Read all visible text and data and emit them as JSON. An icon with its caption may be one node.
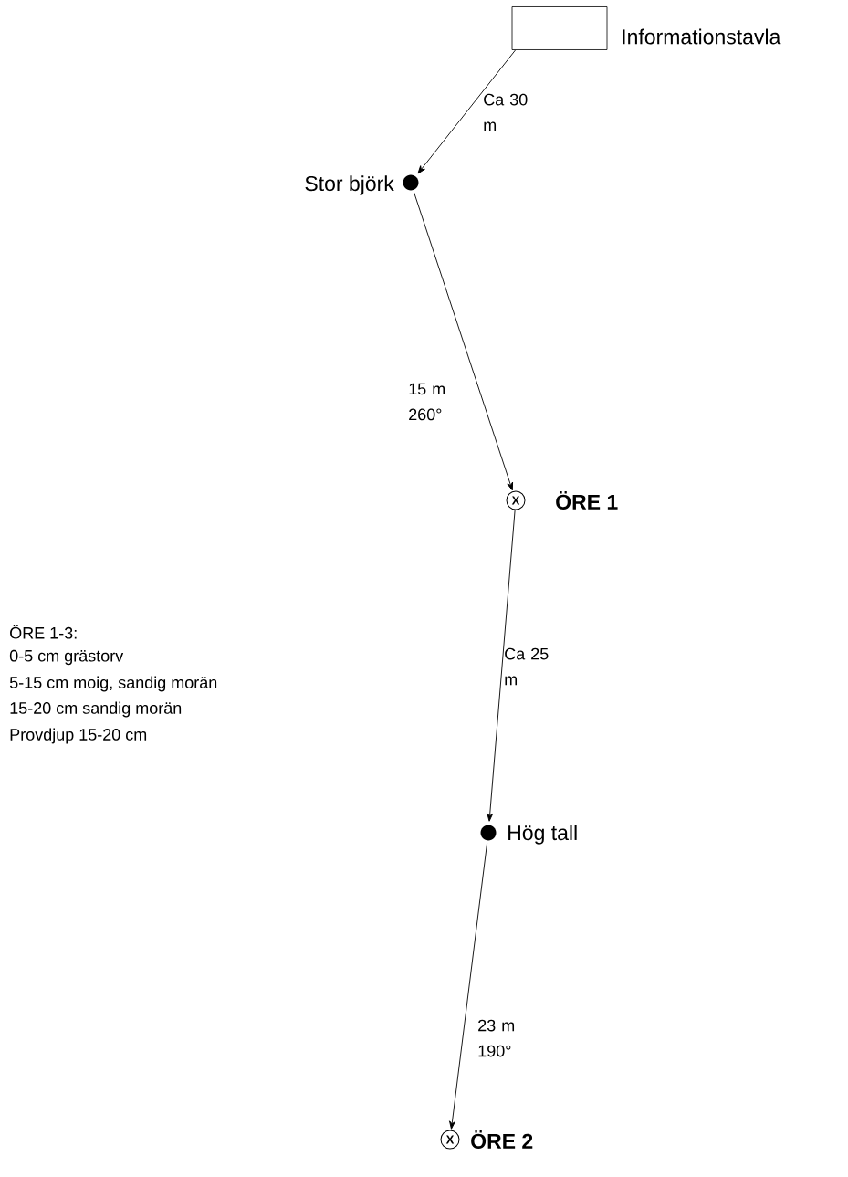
{
  "diagram": {
    "nodes": [
      {
        "text": [],
        "shape": "box",
        "beside": [
          "Informationstavla"
        ]
      },
      {
        "text": [],
        "shape": "circle",
        "beside": [
          "Stor björk"
        ]
      },
      {
        "text": [
          "X"
        ],
        "beside": [
          "ÖRE 1"
        ]
      },
      {
        "text": [],
        "shape": "circle",
        "beside": [
          "Hög tall"
        ]
      },
      {
        "text": [
          "X"
        ],
        "beside": [
          "ÖRE 2"
        ]
      }
    ],
    "edges": [
      {
        "from": 0,
        "to": 1,
        "arrow": "to",
        "label": "Ca 30 m"
      },
      {
        "from": 1,
        "to": 2,
        "arrow": "to",
        "label": "15 m 260°"
      },
      {
        "from": 2,
        "to": 3,
        "arrow": "to",
        "label": "Ca 25 m"
      },
      {
        "from": 3,
        "to": 4,
        "arrow": "to",
        "label": "23 m 190°"
      }
    ],
    "labels": [
      "ÖRE 1-3:",
      "0-5 cm grästorv",
      "5-15 cm moig, sandig morän",
      "15-20 cm sandig morän",
      "Provdjup 15-20 cm"
    ]
  }
}
